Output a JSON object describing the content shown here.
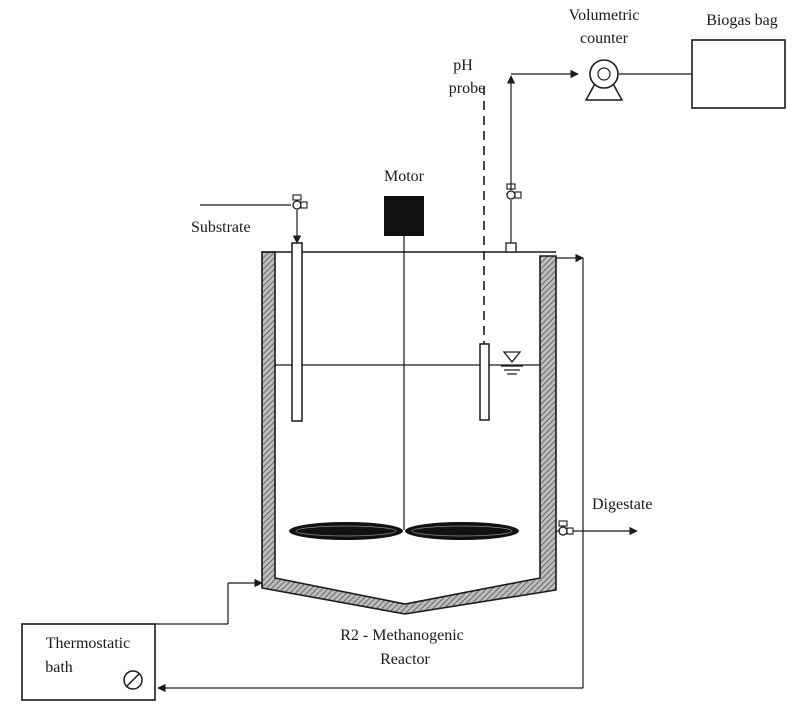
{
  "labels": {
    "volumetric_counter": [
      "Volumetric",
      "counter"
    ],
    "biogas_bag": "Biogas bag",
    "ph_probe": [
      "pH",
      "probe"
    ],
    "motor": "Motor",
    "substrate": "Substrate",
    "digestate": "Digestate",
    "reactor": [
      "R2 - Methanogenic",
      "Reactor"
    ],
    "thermostatic_bath": [
      "Thermostatic",
      "bath"
    ]
  }
}
